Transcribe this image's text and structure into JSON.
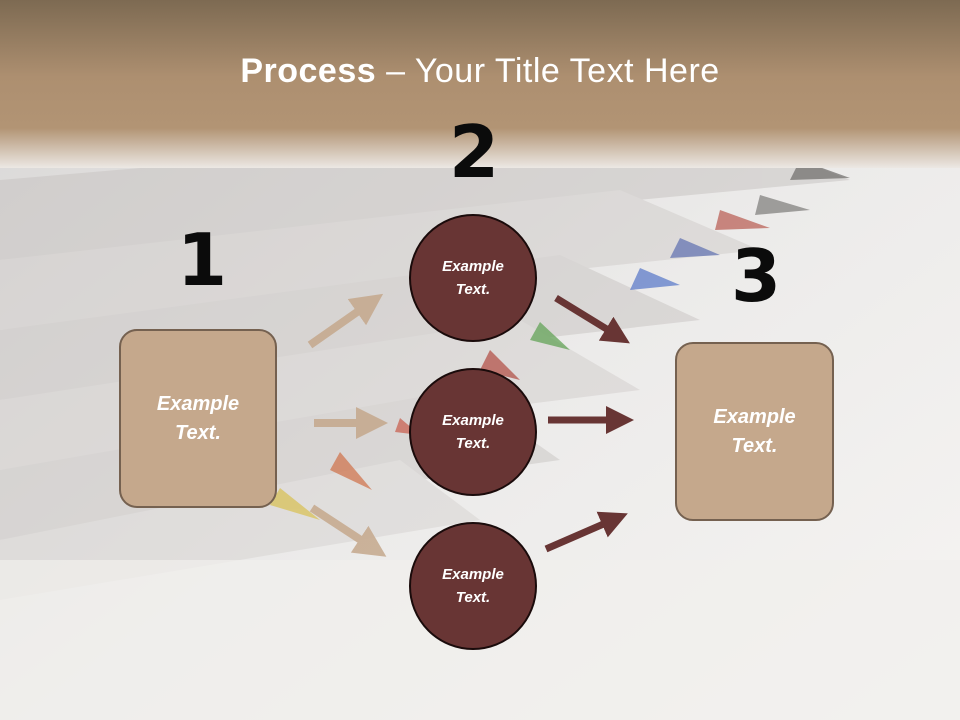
{
  "slide": {
    "title_bold": "Process",
    "title_rest": " – Your Title Text Here"
  },
  "steps": [
    {
      "number": "1",
      "text": "Example\nText."
    },
    {
      "number": "2",
      "circles": [
        "Example\nText.",
        "Example\nText.",
        "Example\nText."
      ]
    },
    {
      "number": "3",
      "text": "Example\nText."
    }
  ],
  "colors": {
    "box_fill": "#c5a88c",
    "circle_fill": "#683534",
    "arrow_light": "#c5a88c",
    "arrow_dark": "#683534"
  }
}
